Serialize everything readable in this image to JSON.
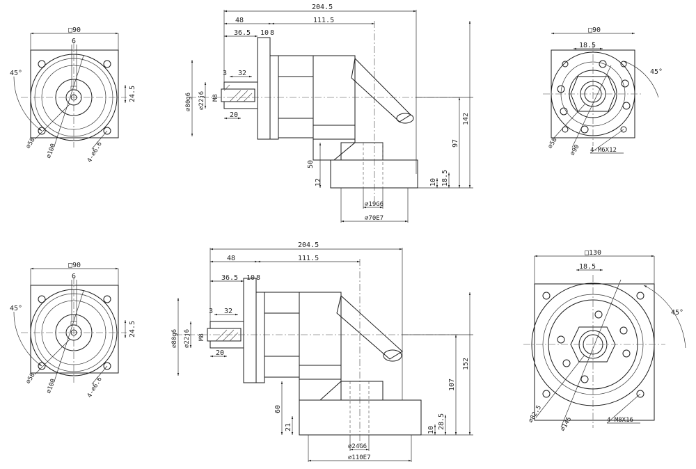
{
  "drawing": {
    "top_row": {
      "left_flange": {
        "square": "□90",
        "key_width": "6",
        "angle": "45°",
        "offset": "24.5",
        "pcd": "⌀58",
        "bolt_circle": "⌀100",
        "holes": "4-⌀6.6"
      },
      "side_view": {
        "overall_length": "204.5",
        "shaft_to_flange": "48",
        "shaft_len": "36.5",
        "flange_t1": "10",
        "flange_t2": "8",
        "body_len": "111.5",
        "key_offset": "3",
        "key_len": "32",
        "thread": "M8",
        "thread_depth": "20",
        "shaft_dia": "⌀22j6",
        "pilot_dia": "⌀80g6",
        "height_total": "142",
        "height_axis": "97",
        "base_height": "50",
        "base_t": "12",
        "step": "10",
        "step2": "18.5",
        "bore": "⌀19G6",
        "pilot_out": "⌀70E7"
      },
      "right_flange": {
        "square": "□90",
        "key_offset": "18.5",
        "angle": "45°",
        "pcd": "⌀58",
        "bolt_circle": "⌀90",
        "holes": "4-M6X12"
      }
    },
    "bottom_row": {
      "left_flange": {
        "square": "□90",
        "key_width": "6",
        "angle": "45°",
        "offset": "24.5",
        "pcd": "⌀58",
        "bolt_circle": "⌀100",
        "holes": "4-⌀6.6"
      },
      "side_view": {
        "overall_length": "204.5",
        "shaft_to_flange": "48",
        "shaft_len": "36.5",
        "flange_t1": "10",
        "flange_t2": "8",
        "body_len": "111.5",
        "key_offset": "3",
        "key_len": "32",
        "thread": "M8",
        "thread_depth": "20",
        "shaft_dia": "⌀22j6",
        "pilot_dia": "⌀80g6",
        "height_total": "152",
        "height_axis": "107",
        "base_height": "60",
        "base_t": "21",
        "step": "10",
        "step2": "28.5",
        "bore": "⌀24G6",
        "pilot_out": "⌀110E7"
      },
      "right_flange": {
        "square": "□130",
        "key_offset": "18.5",
        "angle": "45°",
        "pcd": "⌀82.5",
        "bolt_circle": "⌀145",
        "holes": "4-M8X16"
      }
    }
  }
}
